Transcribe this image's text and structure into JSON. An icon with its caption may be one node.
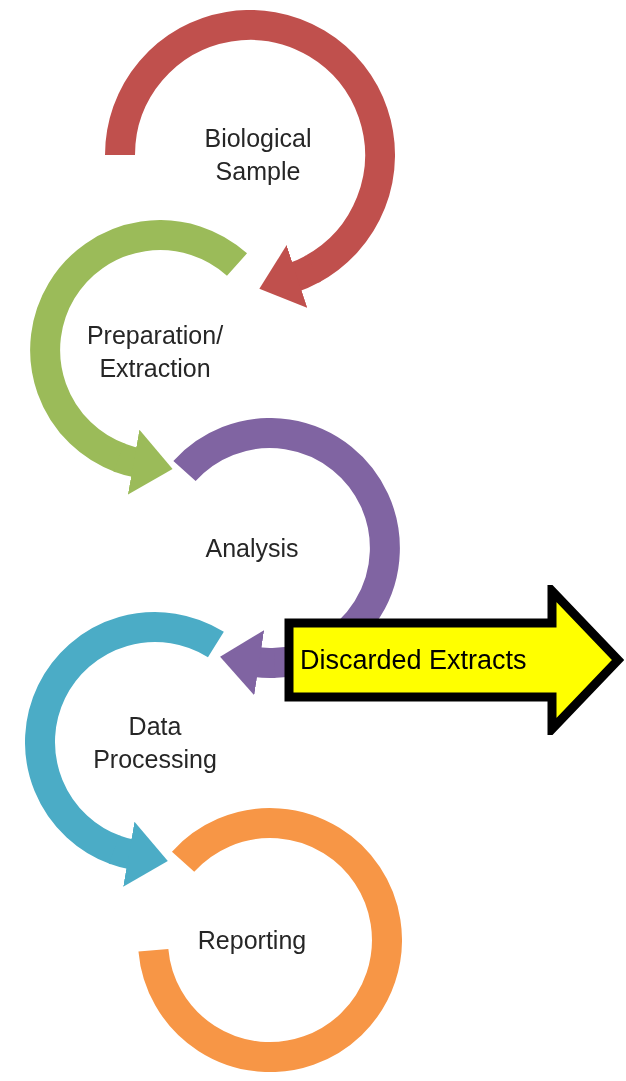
{
  "diagram": {
    "nodes": [
      {
        "text": [
          "Biological Sample"
        ]
      },
      {
        "text": [
          "Preparation/ Extraction"
        ]
      },
      {
        "text": [
          "Analysis"
        ]
      },
      {
        "text": [
          "Data Processing"
        ]
      },
      {
        "text": [
          "Reporting"
        ]
      },
      {
        "text": [
          "Discarded Extracts"
        ]
      }
    ],
    "edges": [
      {
        "from": 0,
        "to": 1,
        "arrow": "to",
        "color": "#c0504d"
      },
      {
        "from": 1,
        "to": 2,
        "arrow": "to",
        "color": "#9bbb59"
      },
      {
        "from": 2,
        "to": 3,
        "arrow": "to",
        "color": "#8064a2"
      },
      {
        "from": 3,
        "to": 4,
        "arrow": "to",
        "color": "#4bacc6"
      }
    ]
  }
}
